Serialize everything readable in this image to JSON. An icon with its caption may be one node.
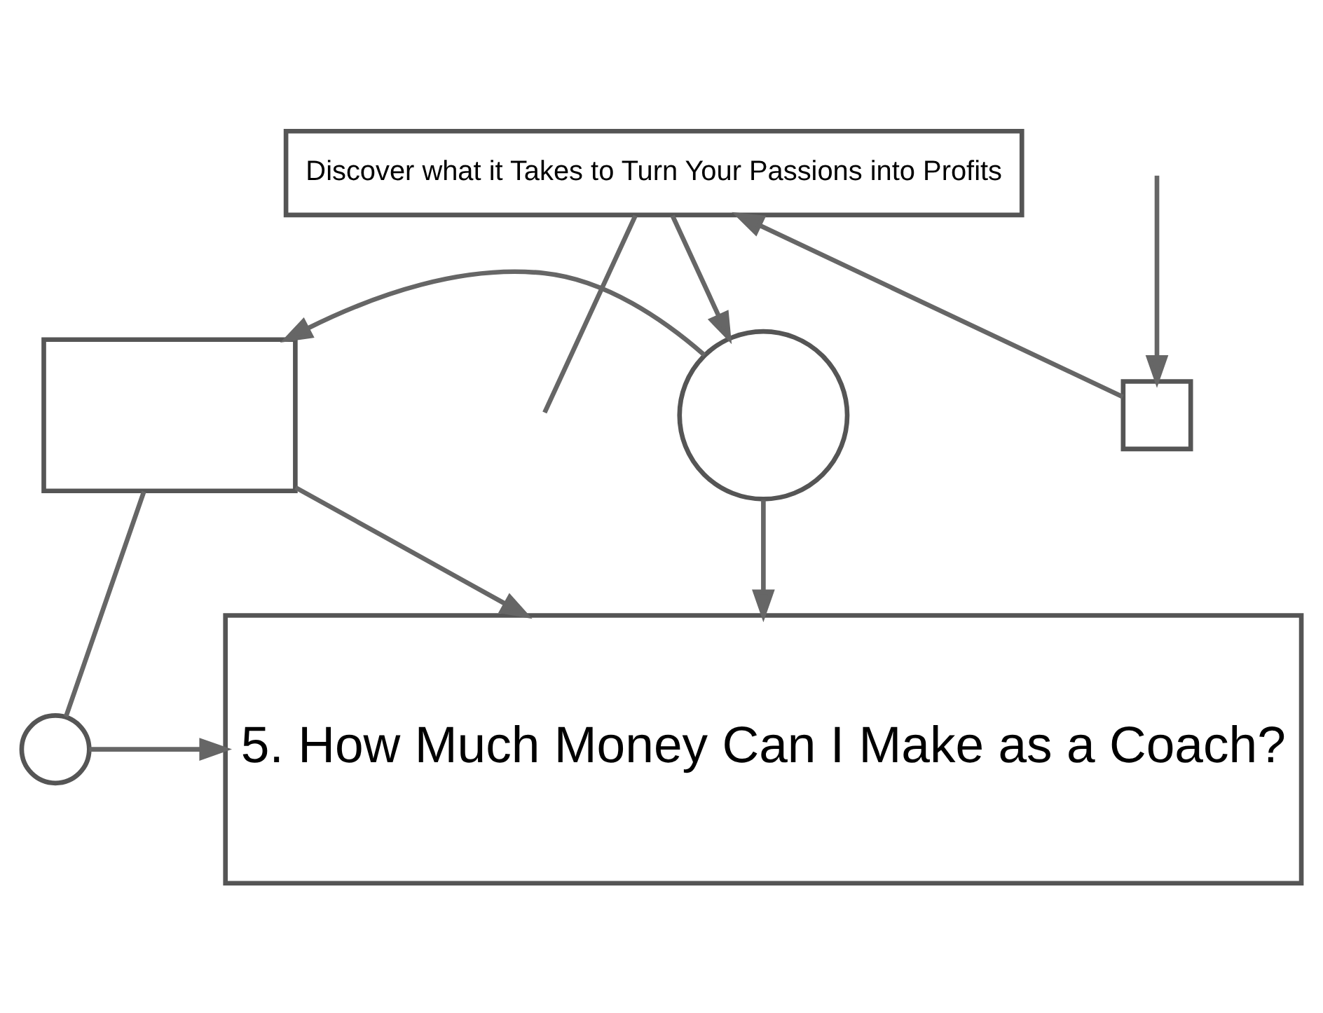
{
  "diagram": {
    "nodes": [
      {
        "text": [
          "Discover what it Takes to Turn Your Passions into Profits"
        ]
      },
      {
        "text": [],
        "shape": "box"
      },
      {
        "text": [],
        "shape": "circle"
      },
      {
        "text": [
          "5. How Much Money Can I Make as a Coach?"
        ]
      },
      {
        "text": [],
        "shape": "circle"
      },
      {
        "text": [],
        "shape": "box"
      }
    ],
    "edges": [
      {
        "from": 5,
        "to": 0,
        "arrow": "to"
      },
      {
        "from": 0,
        "to": 2,
        "arrow": "to"
      },
      {
        "from": 2,
        "to": 1,
        "arrow": "to"
      },
      {
        "from": 1,
        "to": 3,
        "arrow": "to"
      },
      {
        "from": 2,
        "to": 3,
        "arrow": "to"
      },
      {
        "from": 1,
        "to": 4,
        "arrow": "none"
      },
      {
        "from": 4,
        "to": 3,
        "arrow": "to"
      },
      {
        "from": 0,
        "to": null,
        "arrow": "none"
      },
      {
        "from": null,
        "to": 5,
        "arrow": "to"
      }
    ]
  }
}
